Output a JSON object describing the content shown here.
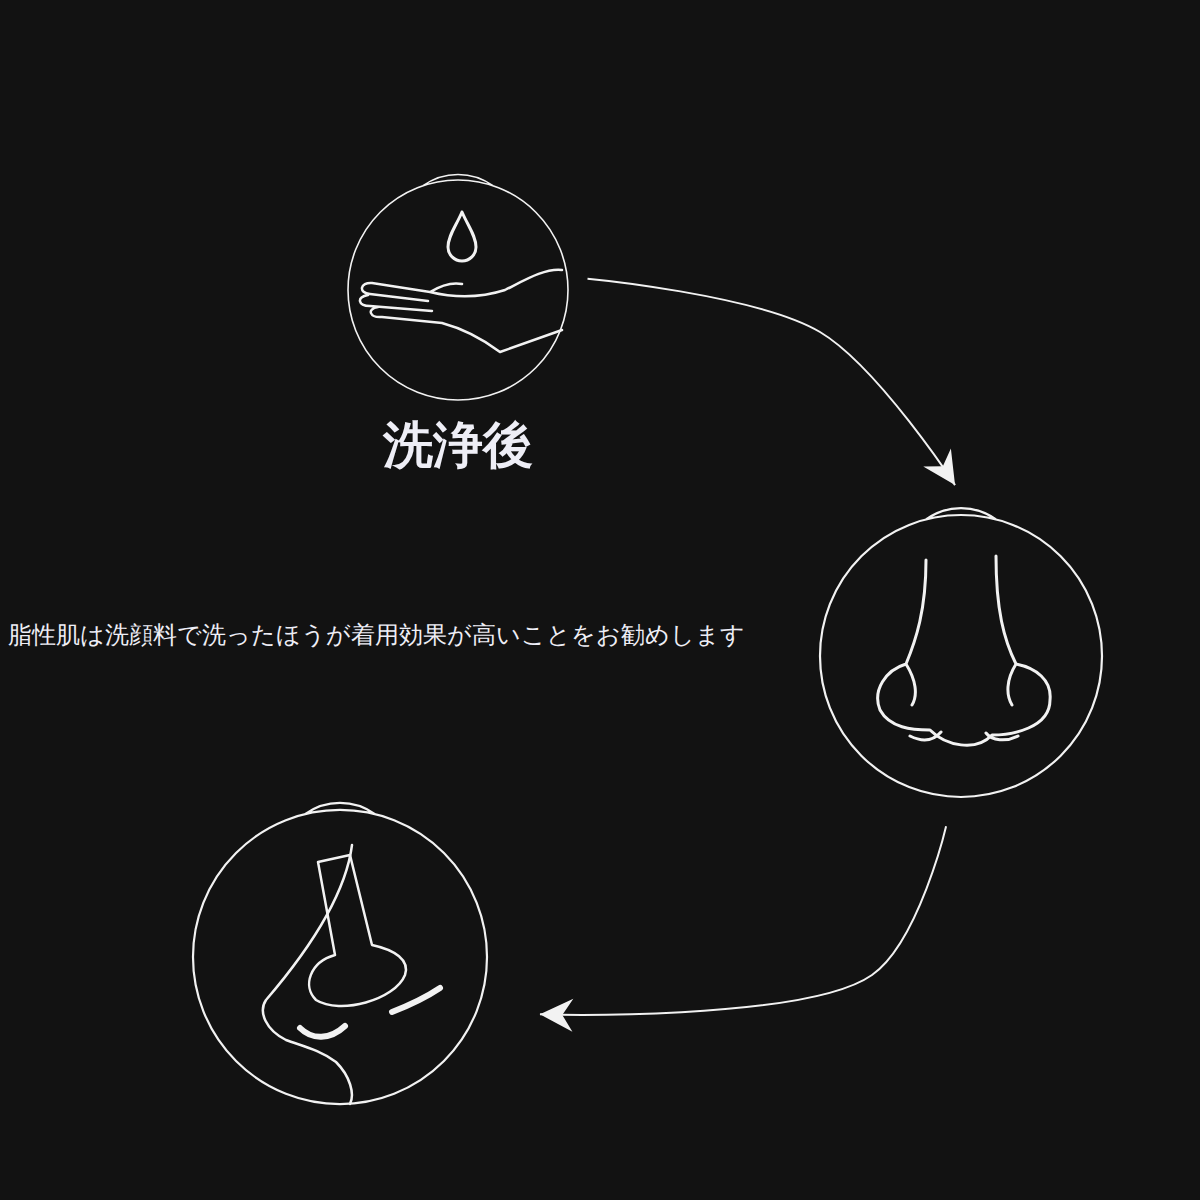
{
  "diagram": {
    "nodes": [
      {
        "text": [
          "洗浄後"
        ]
      },
      {
        "text": [
          "脂性肌は洗顔料で洗ったほうが着用効果が高いことをお勧めします"
        ]
      },
      {
        "text": []
      }
    ],
    "edges": [
      {
        "from": 0,
        "to": 1,
        "arrow": "to"
      },
      {
        "from": 1,
        "to": 2,
        "arrow": "to"
      }
    ]
  }
}
